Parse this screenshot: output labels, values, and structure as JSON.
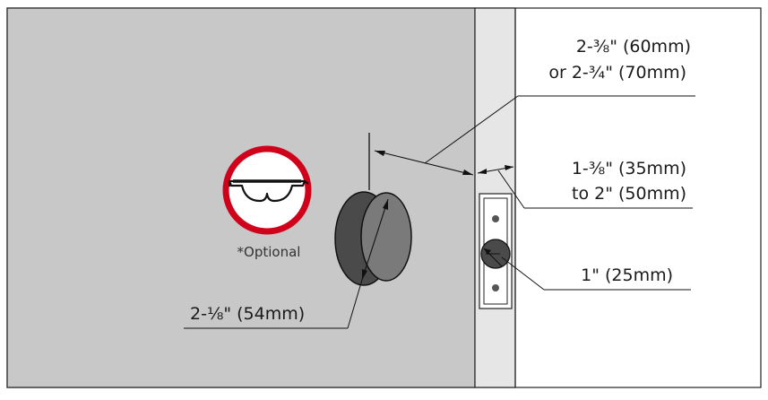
{
  "labels": {
    "backset_line1": "2-⅜\"  (60mm)",
    "backset_line2": "or 2-¾\"  (70mm)",
    "door_thickness_line1": "1-⅜\"  (35mm)",
    "door_thickness_line2": "to 2\" (50mm)",
    "bore_hole": "2-⅛\"  (54mm)",
    "edge_hole": "1\"  (25mm)",
    "safety_note": "*Optional"
  },
  "icons": {
    "safety": "safety-glasses-icon"
  },
  "colors": {
    "door_face": "#c8c8c8",
    "door_edge": "#e6e6e6",
    "bore_dark": "#4a4a4a",
    "bore_inner": "#7a7a7a",
    "safety_ring": "#d0021b"
  }
}
